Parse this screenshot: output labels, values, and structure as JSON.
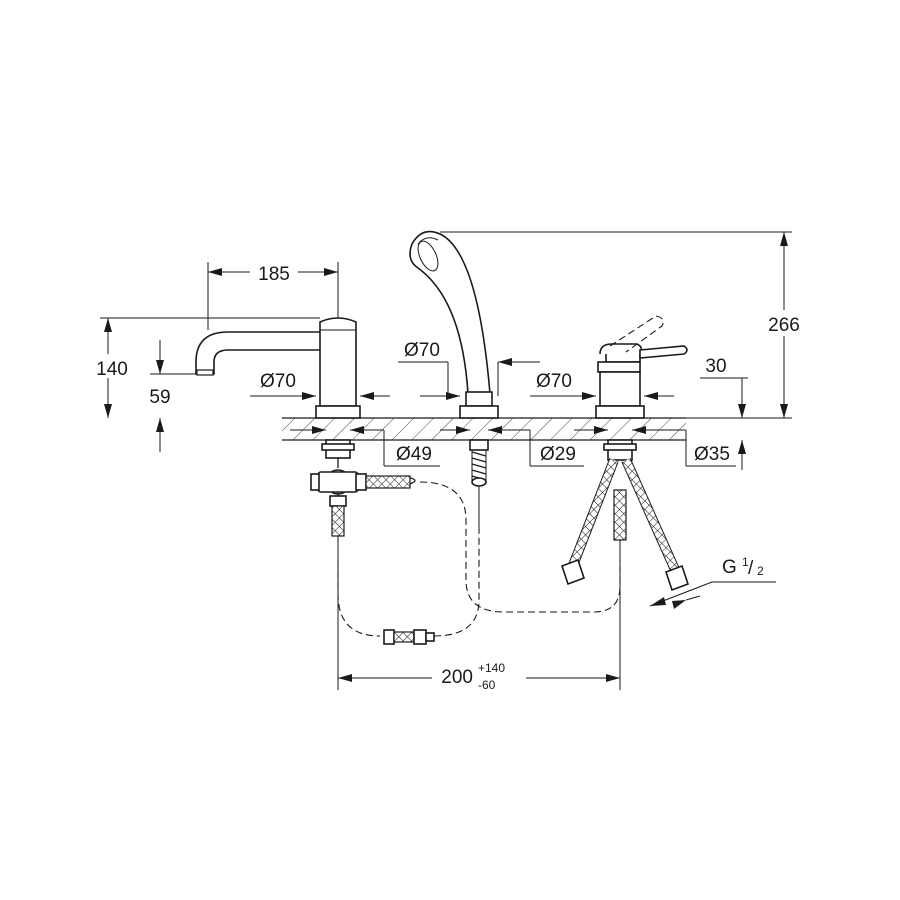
{
  "dimensions": {
    "spout_reach": "185",
    "spout_height": "140",
    "spout_outlet_height": "59",
    "spout_base_diameter": "Ø70",
    "spout_hole_diameter": "Ø49",
    "shower_base_diameter": "Ø70",
    "shower_hole_diameter": "Ø29",
    "mixer_base_diameter": "Ø70",
    "mixer_hole_diameter": "Ø35",
    "deck_thickness_max": "30",
    "total_height": "266",
    "spacing_value": "200",
    "spacing_tolerance_plus": "+140",
    "spacing_tolerance_minus": "-60",
    "thread_label": "G",
    "thread_num": "1",
    "thread_den": "2"
  },
  "colors": {
    "line": "#1a1a1a",
    "background": "#ffffff"
  }
}
